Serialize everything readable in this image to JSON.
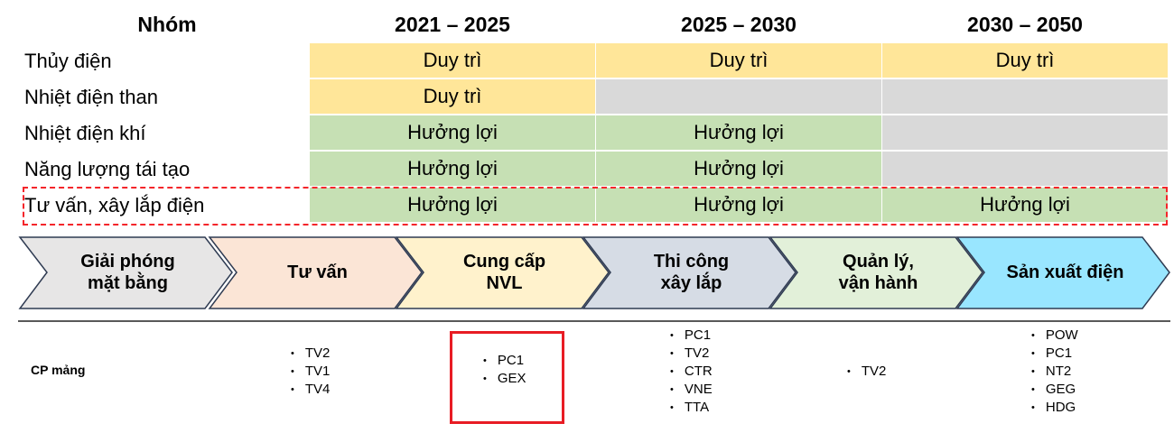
{
  "table": {
    "header": [
      "Nhóm",
      "2021 – 2025",
      "2025 – 2030",
      "2030 – 2050"
    ],
    "rows": [
      {
        "label": "Thủy điện",
        "cells": [
          "Duy trì",
          "Duy trì",
          "Duy trì"
        ],
        "colors": [
          "y",
          "y",
          "y"
        ]
      },
      {
        "label": "Nhiệt điện than",
        "cells": [
          "Duy trì",
          "",
          ""
        ],
        "colors": [
          "y",
          "gr",
          "gr"
        ]
      },
      {
        "label": "Nhiệt điện khí",
        "cells": [
          "Hưởng lợi",
          "Hưởng lợi",
          ""
        ],
        "colors": [
          "g",
          "g",
          "gr"
        ]
      },
      {
        "label": "Năng lượng tái tạo",
        "cells": [
          "Hưởng lợi",
          "Hưởng lợi",
          ""
        ],
        "colors": [
          "g",
          "g",
          "gr"
        ]
      },
      {
        "label": "Tư vấn, xây lắp điện",
        "cells": [
          "Hưởng lợi",
          "Hưởng lợi",
          "Hưởng lợi"
        ],
        "colors": [
          "g",
          "g",
          "g"
        ]
      }
    ],
    "status_colors": {
      "y": "#FFE699",
      "g": "#C6E0B4",
      "gr": "#D9D9D9"
    }
  },
  "chain": {
    "steps": [
      {
        "label": "Giải phóng\nmặt bằng",
        "color": "#E7E6E6"
      },
      {
        "label": "Tư vấn",
        "color": "#FBE5D6"
      },
      {
        "label": "Cung cấp\nNVL",
        "color": "#FFF2CC"
      },
      {
        "label": "Thi công\nxây lắp",
        "color": "#D6DCE5"
      },
      {
        "label": "Quản lý,\nvận hành",
        "color": "#E2F0D9"
      },
      {
        "label": "Sản xuất điện",
        "color": "#99E6FF"
      }
    ]
  },
  "stocks": {
    "label": "CP mảng",
    "lists": [
      [],
      [
        "TV2",
        "TV1",
        "TV4"
      ],
      [
        "PC1",
        "GEX"
      ],
      [
        "PC1",
        "TV2",
        "CTR",
        "VNE",
        "TTA"
      ],
      [
        "TV2"
      ],
      [
        "POW",
        "PC1",
        "NT2",
        "GEG",
        "HDG"
      ]
    ]
  }
}
